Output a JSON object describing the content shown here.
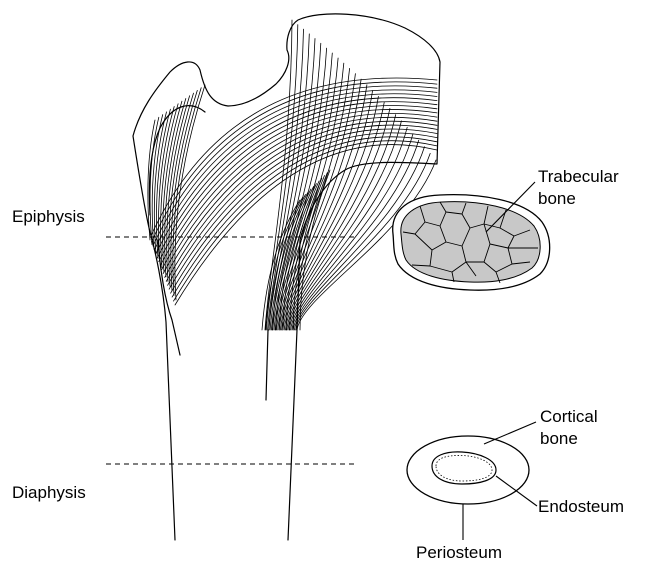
{
  "labels": {
    "epiphysis": "Epiphysis",
    "diaphysis": "Diaphysis",
    "trabecular_line1": "Trabecular",
    "trabecular_line2": "bone",
    "cortical_line1": "Cortical",
    "cortical_line2": "bone",
    "endosteum": "Endosteum",
    "periosteum": "Periosteum"
  },
  "colors": {
    "stroke": "#000000",
    "trabecular_fill": "#c8c8c8",
    "background": "#ffffff"
  }
}
